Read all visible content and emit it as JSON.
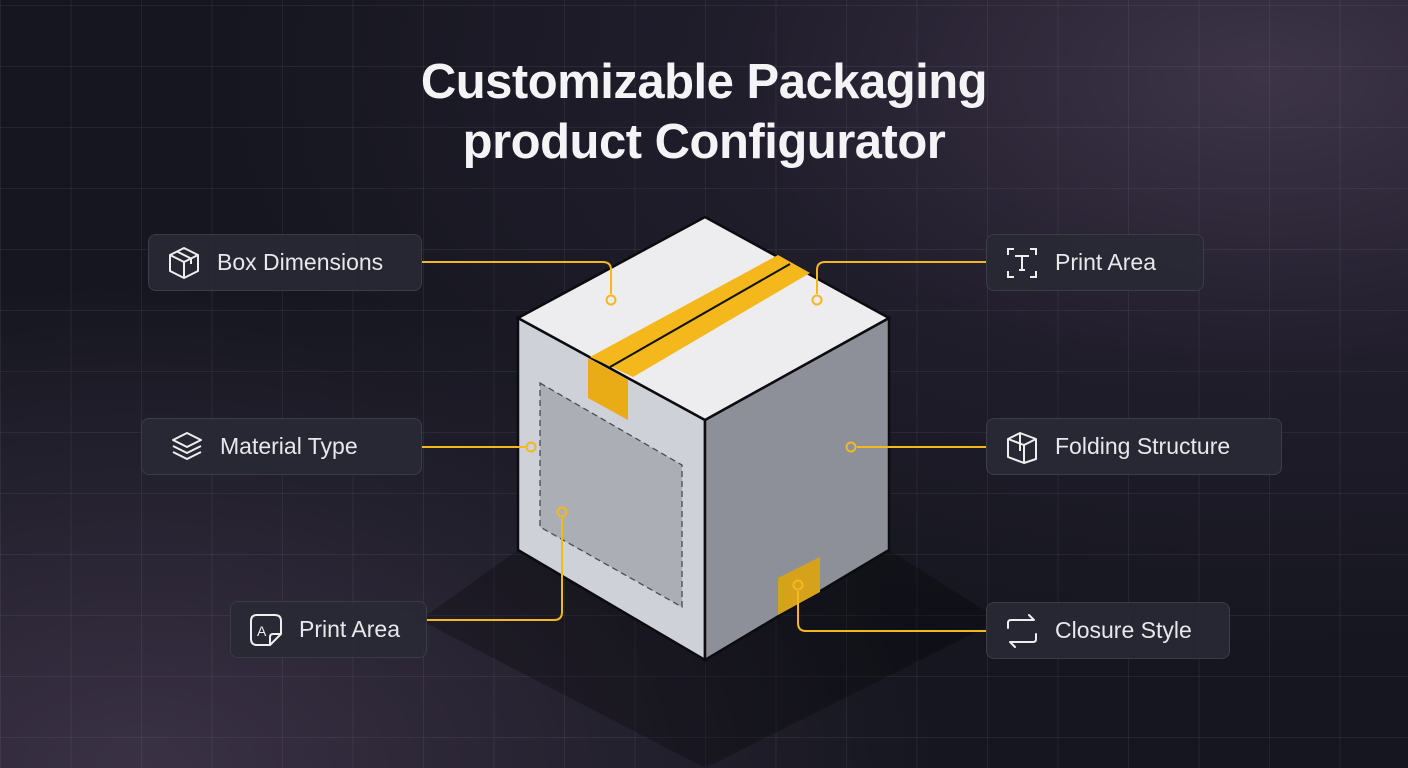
{
  "title": {
    "line1": "Customizable Packaging",
    "line2": "product Configurator"
  },
  "labels": {
    "box_dimensions": {
      "text": "Box Dimensions",
      "icon": "package-icon"
    },
    "material_type": {
      "text": "Material Type",
      "icon": "layers-icon"
    },
    "print_area_left": {
      "text": "Print Area",
      "icon": "text-sticker-icon"
    },
    "print_area_right": {
      "text": "Print Area",
      "icon": "text-frame-icon"
    },
    "folding_structure": {
      "text": "Folding Structure",
      "icon": "fold-box-icon"
    },
    "closure_style": {
      "text": "Closure Style",
      "icon": "swap-arrows-icon"
    }
  },
  "colors": {
    "accent": "#f5b81c",
    "background": "#15161f",
    "card": "#282934"
  }
}
